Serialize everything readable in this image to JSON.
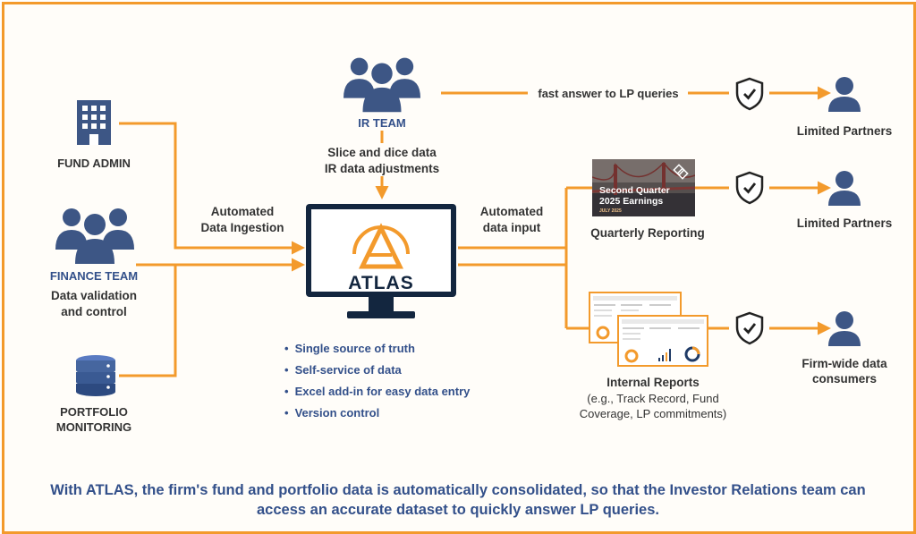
{
  "colors": {
    "accent": "#f39a2c",
    "navy": "#33508a",
    "icon": "#3d5685",
    "text": "#333333",
    "monitor": "#13263f"
  },
  "sources": {
    "fund_admin": {
      "label": "FUND ADMIN",
      "icon": "building-icon"
    },
    "finance_team": {
      "label": "FINANCE TEAM",
      "description": [
        "Data validation",
        "and control"
      ],
      "icon": "people-group-icon"
    },
    "portfolio": {
      "label": [
        "PORTFOLIO",
        "MONITORING"
      ],
      "icon": "database-icon"
    }
  },
  "ir_team": {
    "label": "IR TEAM",
    "tasks": [
      "Slice and dice data",
      "IR data adjustments"
    ],
    "icon": "people-group-icon"
  },
  "flows": {
    "ingestion": [
      "Automated",
      "Data Ingestion"
    ],
    "input": [
      "Automated",
      "data input"
    ],
    "fast_answer": "fast answer to LP queries"
  },
  "atlas": {
    "name": "ATLAS",
    "features": [
      "Single source of truth",
      "Self-service of data",
      "Excel add-in for easy data entry",
      "Version control"
    ]
  },
  "outputs": {
    "quarterly": {
      "caption": "Quarterly Reporting",
      "thumb_title": [
        "Second Quarter",
        "2025 Earnings"
      ],
      "thumb_date": "JULY 2025"
    },
    "internal": {
      "caption": "Internal Reports",
      "details": [
        "(e.g., Track Record, Fund",
        "Coverage, LP commitments)"
      ]
    }
  },
  "consumers": [
    {
      "label": [
        "Limited Partners"
      ],
      "icon": "person-icon"
    },
    {
      "label": [
        "Limited Partners"
      ],
      "icon": "person-icon"
    },
    {
      "label": [
        "Firm-wide data",
        "consumers"
      ],
      "icon": "person-icon"
    }
  ],
  "footer": [
    "With ATLAS, the firm's fund and portfolio data is automatically consolidated, so that the Investor Relations team can",
    "access an accurate dataset to quickly answer LP queries."
  ]
}
